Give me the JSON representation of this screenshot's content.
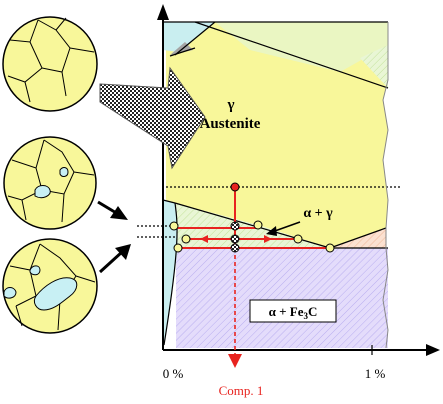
{
  "labels": {
    "gamma_symbol": "γ",
    "austenite": "Austenite",
    "alpha_gamma": "α + γ",
    "alpha_fe3c_main": "α + Fe",
    "alpha_fe3c_sub": "3",
    "alpha_fe3c_end": "C",
    "x_tick_0": "0 %",
    "x_tick_1": "1 %",
    "composition": "Comp. 1"
  },
  "colors": {
    "austenite_fill": "#f8f79a",
    "ferrite_fill": "#c9eef0",
    "pearlite_fill": "#e4dcfb",
    "two_phase_fill": "#e2f1c8",
    "cementite_fill": "#fbd9c4",
    "composition_line": "#e8231f",
    "grain_fill": "#c8f0f4",
    "axis": "#000000"
  }
}
